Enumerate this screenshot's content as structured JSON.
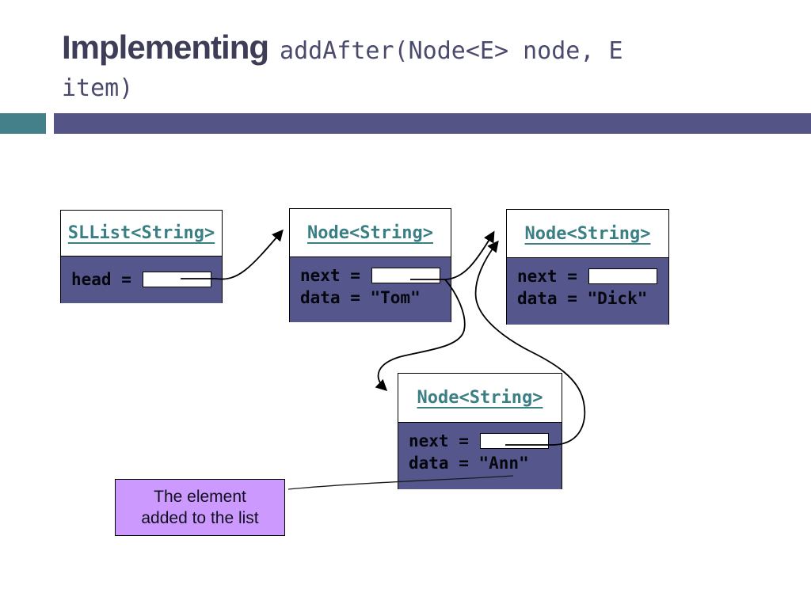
{
  "title": {
    "heading": "Implementing",
    "code_line1": "addAfter(Node<E> node, E",
    "code_line2": "item)"
  },
  "colors": {
    "accent_bar_purple": "#545487",
    "accent_bar_teal": "#44808a",
    "node_body_purple": "#55568c",
    "node_header_text_teal": "#3a7f84",
    "callout_purple": "#cc99ff",
    "title_text": "#3d3d58"
  },
  "diagram": {
    "sllist": {
      "header": "SLList<String>",
      "head_label": "head ="
    },
    "node_tom": {
      "header": "Node<String>",
      "next_label": "next =",
      "data_line": "data = \"Tom\""
    },
    "node_dick": {
      "header": "Node<String>",
      "next_label": "next =",
      "data_line": "data = \"Dick\""
    },
    "node_ann": {
      "header": "Node<String>",
      "next_label": "next =",
      "data_line": "data = \"Ann\""
    },
    "callout": {
      "line1": "The element",
      "line2": "added to the list"
    }
  }
}
